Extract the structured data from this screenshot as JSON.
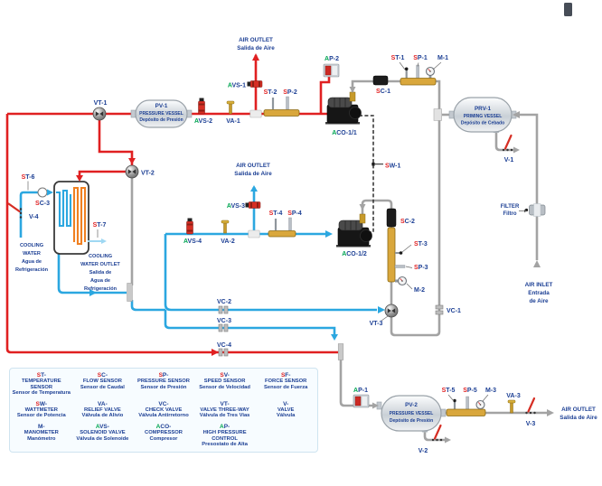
{
  "colors": {
    "pipe_red": "#e02021",
    "pipe_blue": "#2ba7e0",
    "pipe_gray": "#a3a3a3",
    "label_navy": "#1c3f94",
    "accent_green": "#00a551",
    "manifold_gold": "#d9a73c",
    "coil_orange": "#f08021"
  },
  "labels": {
    "air_outlet_top": {
      "l1": "AIR OUTLET",
      "l2": "Salida de Aire"
    },
    "air_outlet_mid": {
      "l1": "AIR OUTLET",
      "l2": "Salida de Aire"
    },
    "air_outlet_bottom": {
      "l1": "AIR OUTLET",
      "l2": "Salida de Aire"
    },
    "air_inlet": {
      "l1": "AIR INLET",
      "l2": "Entrada",
      "l3": "de Aire"
    },
    "filter": {
      "en": "FILTER",
      "es": "Filtro"
    },
    "cooling_in": {
      "l1": "COOLING",
      "l2": "WATER",
      "l3": "Agua de",
      "l4": "Refrigeración"
    },
    "cooling_out": {
      "l1": "COOLING",
      "l2": "WATER OUTLET",
      "l3": "Salida de",
      "l4": "Agua de",
      "l5": "Refrigeración"
    },
    "pv1": {
      "name": "PV-1",
      "en": "PRESSURE VESSEL",
      "es": "Depósito de Presión"
    },
    "pv2": {
      "name": "PV-2",
      "en": "PRESSURE VESSEL",
      "es": "Depósito de Presión"
    },
    "prv1": {
      "name": "PRV-1",
      "en": "PRIMING VESSEL",
      "es": "Depósito de Cebado"
    },
    "vt1": {
      "text": "VT-1"
    },
    "vt2": {
      "text": "VT-2"
    },
    "vt3": {
      "text": "VT-3"
    },
    "va1": {
      "text": "VA-1"
    },
    "va2": {
      "text": "VA-2"
    },
    "va3": {
      "text": "VA-3"
    },
    "v1": {
      "text": "V-1"
    },
    "v2": {
      "text": "V-2"
    },
    "v3": {
      "text": "V-3"
    },
    "v4": {
      "text": "V-4"
    },
    "vc1": {
      "text": "VC-1"
    },
    "vc2": {
      "text": "VC-2"
    },
    "vc3": {
      "text": "VC-3"
    },
    "vc4": {
      "text": "VC-4"
    },
    "m1": {
      "text": "M-1"
    },
    "m2": {
      "text": "M-2"
    },
    "m3": {
      "text": "M-3"
    },
    "st1": {
      "pre": "S",
      "rest": "T-1"
    },
    "st2": {
      "pre": "S",
      "rest": "T-2"
    },
    "st3": {
      "pre": "S",
      "rest": "T-3"
    },
    "st4": {
      "pre": "S",
      "rest": "T-4"
    },
    "st5": {
      "pre": "S",
      "rest": "T-5"
    },
    "st6": {
      "pre": "S",
      "rest": "T-6"
    },
    "st7": {
      "pre": "S",
      "rest": "T-7"
    },
    "sp1": {
      "pre": "S",
      "rest": "P-1"
    },
    "sp2": {
      "pre": "S",
      "rest": "P-2"
    },
    "sp3": {
      "pre": "S",
      "rest": "P-3"
    },
    "sp4": {
      "pre": "S",
      "rest": "P-4"
    },
    "sp5": {
      "pre": "S",
      "rest": "P-5"
    },
    "sc1": {
      "pre": "S",
      "rest": "C-1"
    },
    "sc2": {
      "pre": "S",
      "rest": "C-2"
    },
    "sc3": {
      "pre": "S",
      "rest": "C-3"
    },
    "sw1": {
      "pre": "S",
      "rest": "W-1"
    },
    "avs1": {
      "pre": "A",
      "rest": "VS-1"
    },
    "avs2": {
      "pre": "A",
      "rest": "VS-2"
    },
    "avs3": {
      "pre": "A",
      "rest": "VS-3"
    },
    "avs4": {
      "pre": "A",
      "rest": "VS-4"
    },
    "aco11": {
      "pre": "A",
      "rest": "CO-1/1"
    },
    "aco12": {
      "pre": "A",
      "rest": "CO-1/2"
    },
    "ap1": {
      "pre": "A",
      "rest": "P-1"
    },
    "ap2": {
      "pre": "A",
      "rest": "P-2"
    }
  },
  "legend": {
    "items": [
      {
        "pre": "S",
        "rest": "T-",
        "en": "TEMPERATURE SENSOR",
        "es": "Sensor de Temperatura"
      },
      {
        "pre": "S",
        "rest": "C-",
        "en": "FLOW SENSOR",
        "es": "Sensor de Caudal"
      },
      {
        "pre": "S",
        "rest": "P-",
        "en": "PRESSURE SENSOR",
        "es": "Sensor de Presión"
      },
      {
        "pre": "S",
        "rest": "V-",
        "en": "SPEED SENSOR",
        "es": "Sensor de Velocidad"
      },
      {
        "pre": "S",
        "rest": "F-",
        "en": "FORCE SENSOR",
        "es": "Sensor de Fuerza"
      },
      {
        "pre": "S",
        "rest": "W-",
        "en": "WATTMETER",
        "es": "Sensor de Potencia"
      },
      {
        "pre": "",
        "rest": "VA-",
        "en": "RELIEF VALVE",
        "es": "Válvula de Alivio"
      },
      {
        "pre": "",
        "rest": "VC-",
        "en": "CHECK VALVE",
        "es": "Válvula Antirretorno"
      },
      {
        "pre": "",
        "rest": "VT-",
        "en": "VALVE THREE-WAY",
        "es": "Válvula de Tres Vias"
      },
      {
        "pre": "",
        "rest": "V-",
        "en": "VALVE",
        "es": "Válvula"
      },
      {
        "pre": "",
        "rest": "M-",
        "en": "MANOMETER",
        "es": "Manómetro"
      },
      {
        "pre": "A",
        "rest": "VS-",
        "en": "SOLENOID VALVE",
        "es": "Válvula de Solenoide"
      },
      {
        "pre": "A",
        "rest": "CO-",
        "en": "COMPRESSOR",
        "es": "Compresor"
      },
      {
        "pre": "A",
        "rest": "P-",
        "en": "HIGH PRESSURE CONTROL",
        "es": "Presostato de Alta"
      }
    ]
  }
}
